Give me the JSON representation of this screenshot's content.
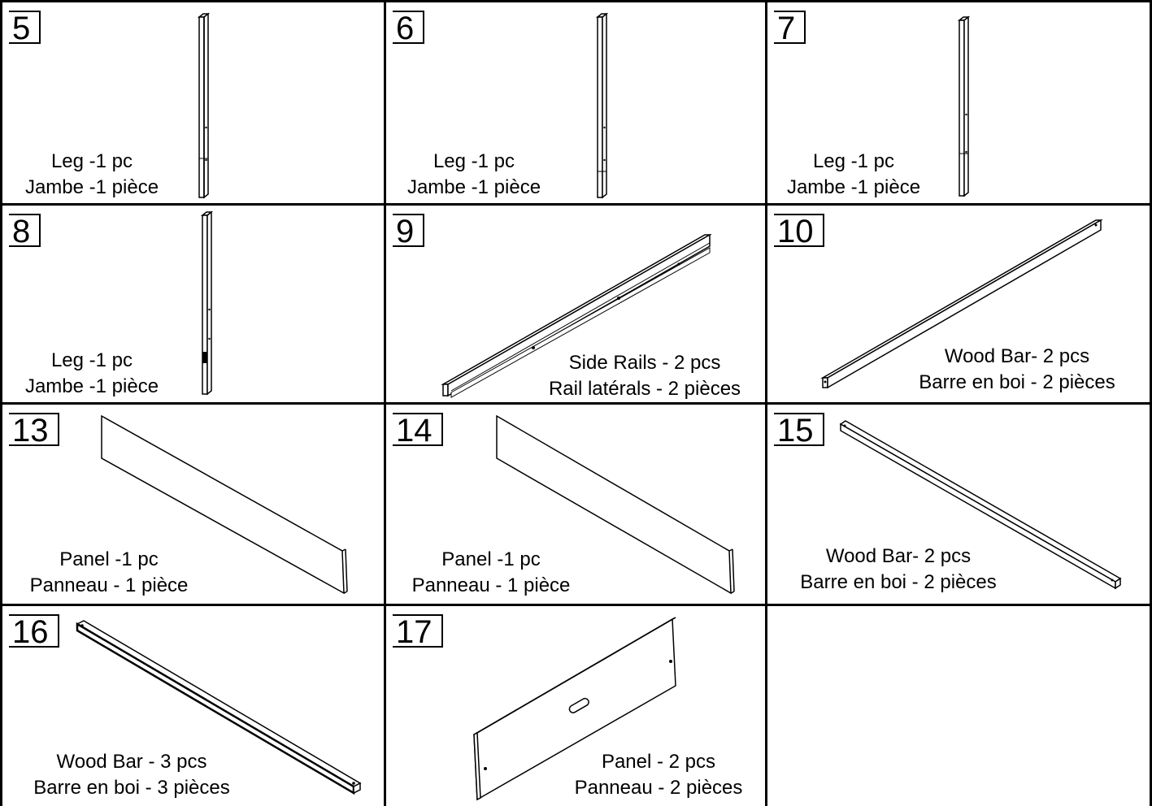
{
  "parts": [
    {
      "number": "5",
      "name_en": "Leg -1 pc",
      "name_fr": "Jambe -1 pièce"
    },
    {
      "number": "6",
      "name_en": "Leg -1 pc",
      "name_fr": "Jambe -1 pièce"
    },
    {
      "number": "7",
      "name_en": "Leg -1 pc",
      "name_fr": "Jambe -1 pièce"
    },
    {
      "number": "8",
      "name_en": "Leg -1 pc",
      "name_fr": "Jambe -1 pièce"
    },
    {
      "number": "9",
      "name_en": "Side Rails - 2 pcs",
      "name_fr": "Rail latérals - 2 pièces"
    },
    {
      "number": "10",
      "name_en": "Wood Bar- 2 pcs",
      "name_fr": "Barre en boi - 2 pièces"
    },
    {
      "number": "13",
      "name_en": "Panel -1 pc",
      "name_fr": "Panneau - 1 pièce"
    },
    {
      "number": "14",
      "name_en": "Panel -1 pc",
      "name_fr": "Panneau - 1 pièce"
    },
    {
      "number": "15",
      "name_en": "Wood Bar- 2 pcs",
      "name_fr": "Barre en boi - 2 pièces"
    },
    {
      "number": "16",
      "name_en": "Wood Bar - 3 pcs",
      "name_fr": "Barre en boi - 3 pièces"
    },
    {
      "number": "17",
      "name_en": "Panel - 2 pcs",
      "name_fr": "Panneau - 2 pièces"
    }
  ]
}
